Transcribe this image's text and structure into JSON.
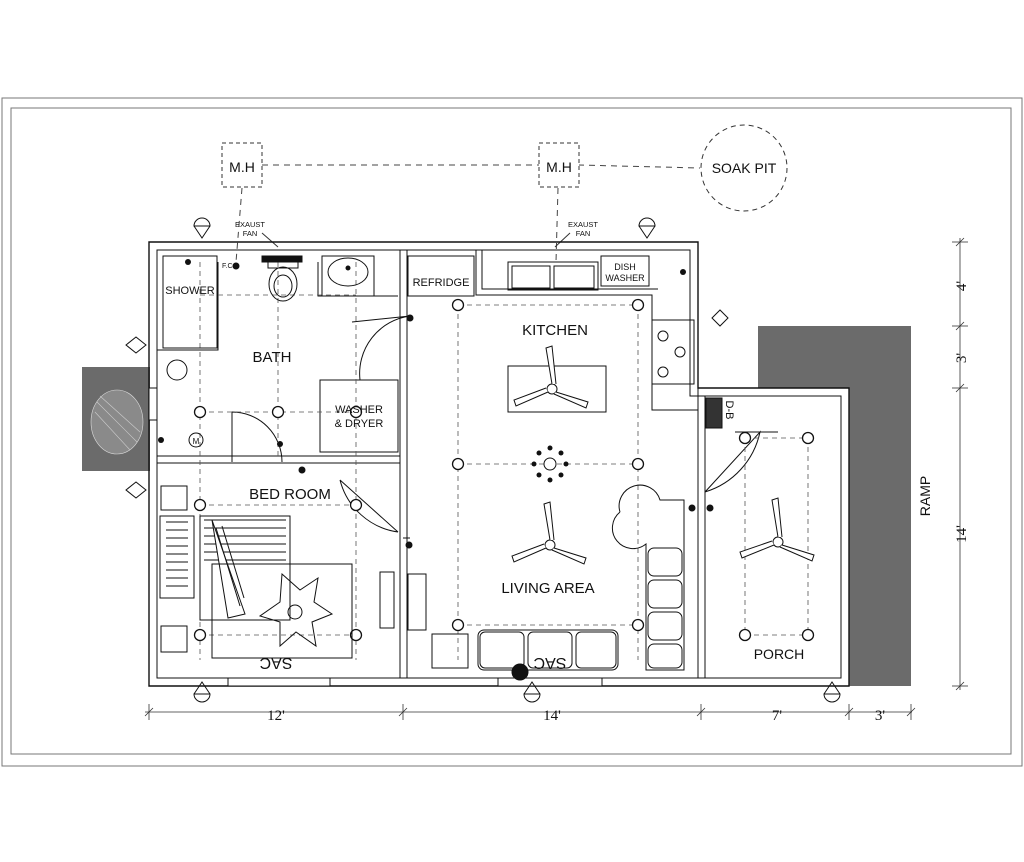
{
  "labels": {
    "mh_left": "M.H",
    "mh_right": "M.H",
    "soak_pit": "SOAK PIT",
    "exaust_fan_left_1": "EXAUST",
    "exaust_fan_left_2": "FAN",
    "exaust_fan_right_1": "EXAUST",
    "exaust_fan_right_2": "FAN",
    "fc": "F.C",
    "shower": "SHOWER",
    "bath": "BATH",
    "washer_1": "WASHER",
    "washer_2": "& DRYER",
    "refridge": "REFRIDGE",
    "dish_1": "DISH",
    "dish_2": "WASHER",
    "kitchen": "KITCHEN",
    "db": "D-B",
    "bedroom": "BED ROOM",
    "living": "LIVING AREA",
    "porch": "PORCH",
    "ramp": "RAMP",
    "sac_bed": "SAC",
    "sac_living": "SAC",
    "meter": "M"
  },
  "dimensions": {
    "bottom": [
      "12'",
      "14'",
      "7'",
      "3'"
    ],
    "right": [
      "4'",
      "3'",
      "14'"
    ]
  },
  "colors": {
    "line": "#111111",
    "hatch": "#6b6b6b",
    "paper": "#ffffff"
  }
}
